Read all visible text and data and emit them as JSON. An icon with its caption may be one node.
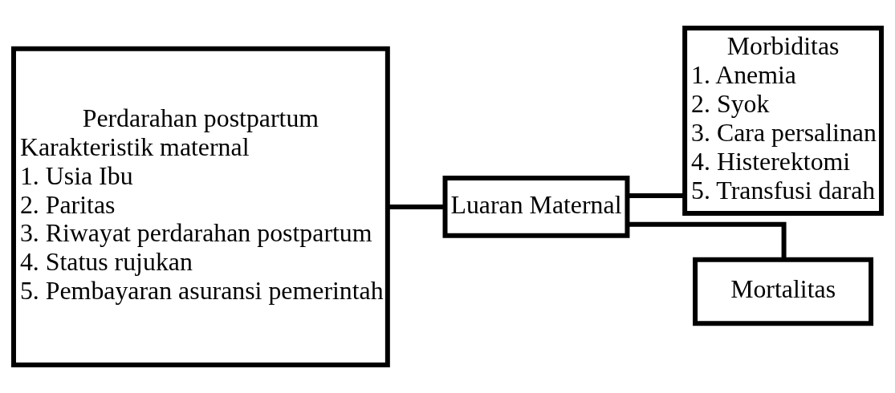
{
  "diagram": {
    "nodes": [
      {
        "text": [
          "Perdarahan postpartum",
          "Karakteristik maternal",
          "1. Usia Ibu",
          "2. Paritas",
          "3. Riwayat perdarahan postpartum",
          "4. Status rujukan",
          "5. Pembayaran asuransi pemerintah"
        ]
      },
      {
        "text": [
          "Luaran Maternal"
        ]
      },
      {
        "text": [
          "Morbiditas",
          "1. Anemia",
          "2. Syok",
          "3. Cara persalinan",
          "4. Histerektomi",
          "5. Transfusi darah"
        ]
      },
      {
        "text": [
          "Mortalitas"
        ]
      }
    ],
    "edges": [
      {
        "from": 0,
        "to": 1,
        "arrow": "none"
      },
      {
        "from": 1,
        "to": 2,
        "arrow": "none"
      },
      {
        "from": 1,
        "to": 3,
        "arrow": "none"
      }
    ]
  }
}
